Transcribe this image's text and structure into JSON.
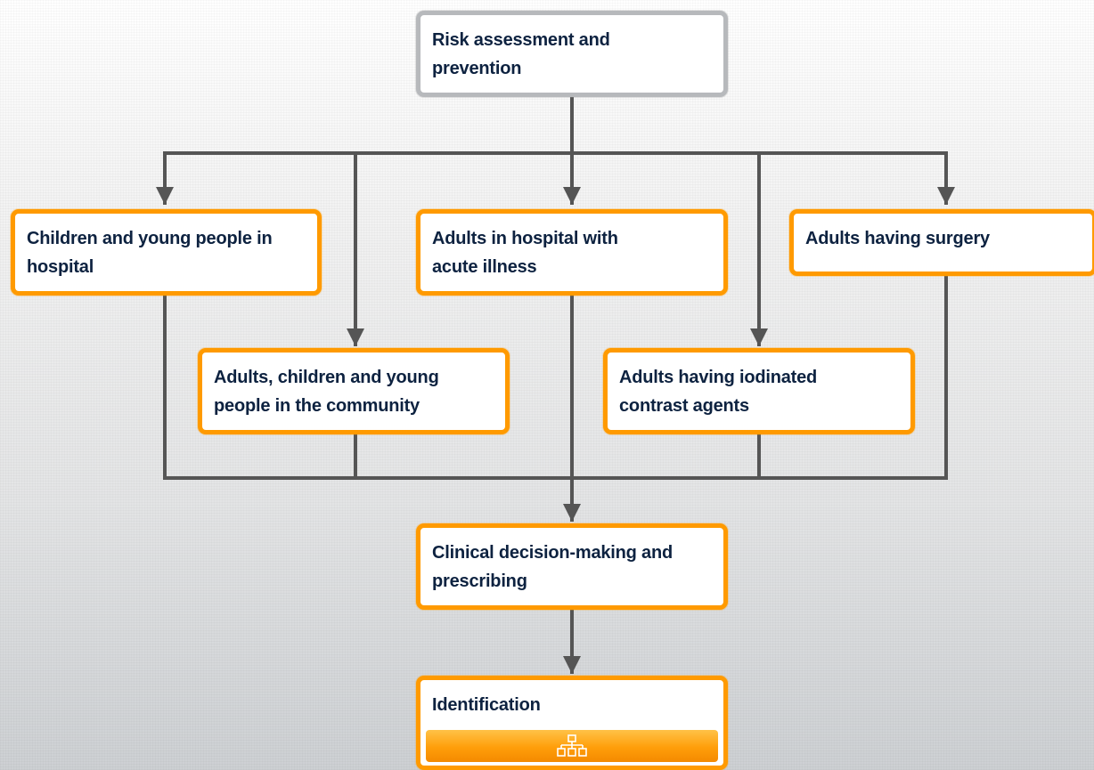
{
  "nodes": {
    "risk_assessment": {
      "label": "Risk assessment and prevention"
    },
    "children_hospital": {
      "label": "Children and young people in hospital"
    },
    "adults_hospital": {
      "label": "Adults in hospital with acute illness"
    },
    "adults_surgery": {
      "label": "Adults having surgery"
    },
    "community": {
      "label": "Adults, children and young people in the community"
    },
    "contrast_agents": {
      "label": "Adults having iodinated contrast agents"
    },
    "clinical_decision": {
      "label": "Clinical decision-making and prescribing"
    },
    "identification": {
      "label": "Identification",
      "icon": "hierarchy-icon"
    }
  },
  "colors": {
    "box_border": "#ff9a00",
    "root_border": "#b7b9bc",
    "connector": "#555555",
    "text": "#0d2240"
  }
}
